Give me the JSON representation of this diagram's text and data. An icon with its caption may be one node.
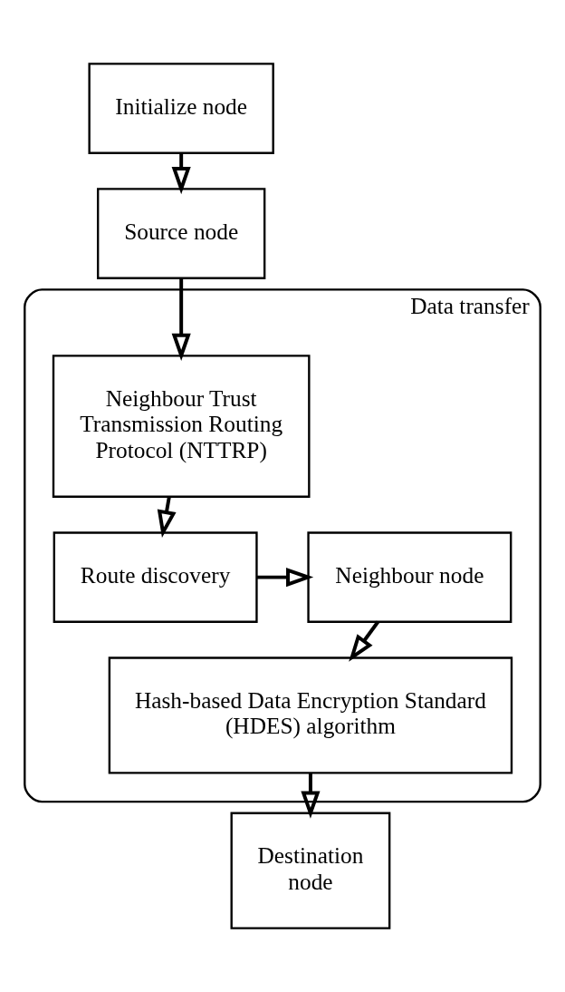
{
  "diagram": {
    "nodes": [
      {
        "text": [
          "Initialize node"
        ]
      },
      {
        "text": [
          "Source node"
        ]
      },
      {
        "text": [
          "Data transfer"
        ]
      },
      {
        "text": [
          "Neighbour Trust Transmission Routing Protocol (NTTRP)"
        ],
        "in": 2
      },
      {
        "text": [
          "Route discovery"
        ],
        "in": 2
      },
      {
        "text": [
          "Neighbour node"
        ],
        "in": 2
      },
      {
        "text": [
          "Hash-based Data Encryption Standard (HDES) algorithm"
        ],
        "in": 2
      },
      {
        "text": [
          "Destination node"
        ]
      }
    ],
    "edges": [
      {
        "from": 0,
        "to": 1,
        "arrow": "to"
      },
      {
        "from": 1,
        "to": 3,
        "arrow": "to"
      },
      {
        "from": 3,
        "to": 4,
        "arrow": "to"
      },
      {
        "from": 4,
        "to": 5,
        "arrow": "to"
      },
      {
        "from": 5,
        "to": 6,
        "arrow": "to"
      },
      {
        "from": 6,
        "to": 7,
        "arrow": "to"
      }
    ]
  }
}
